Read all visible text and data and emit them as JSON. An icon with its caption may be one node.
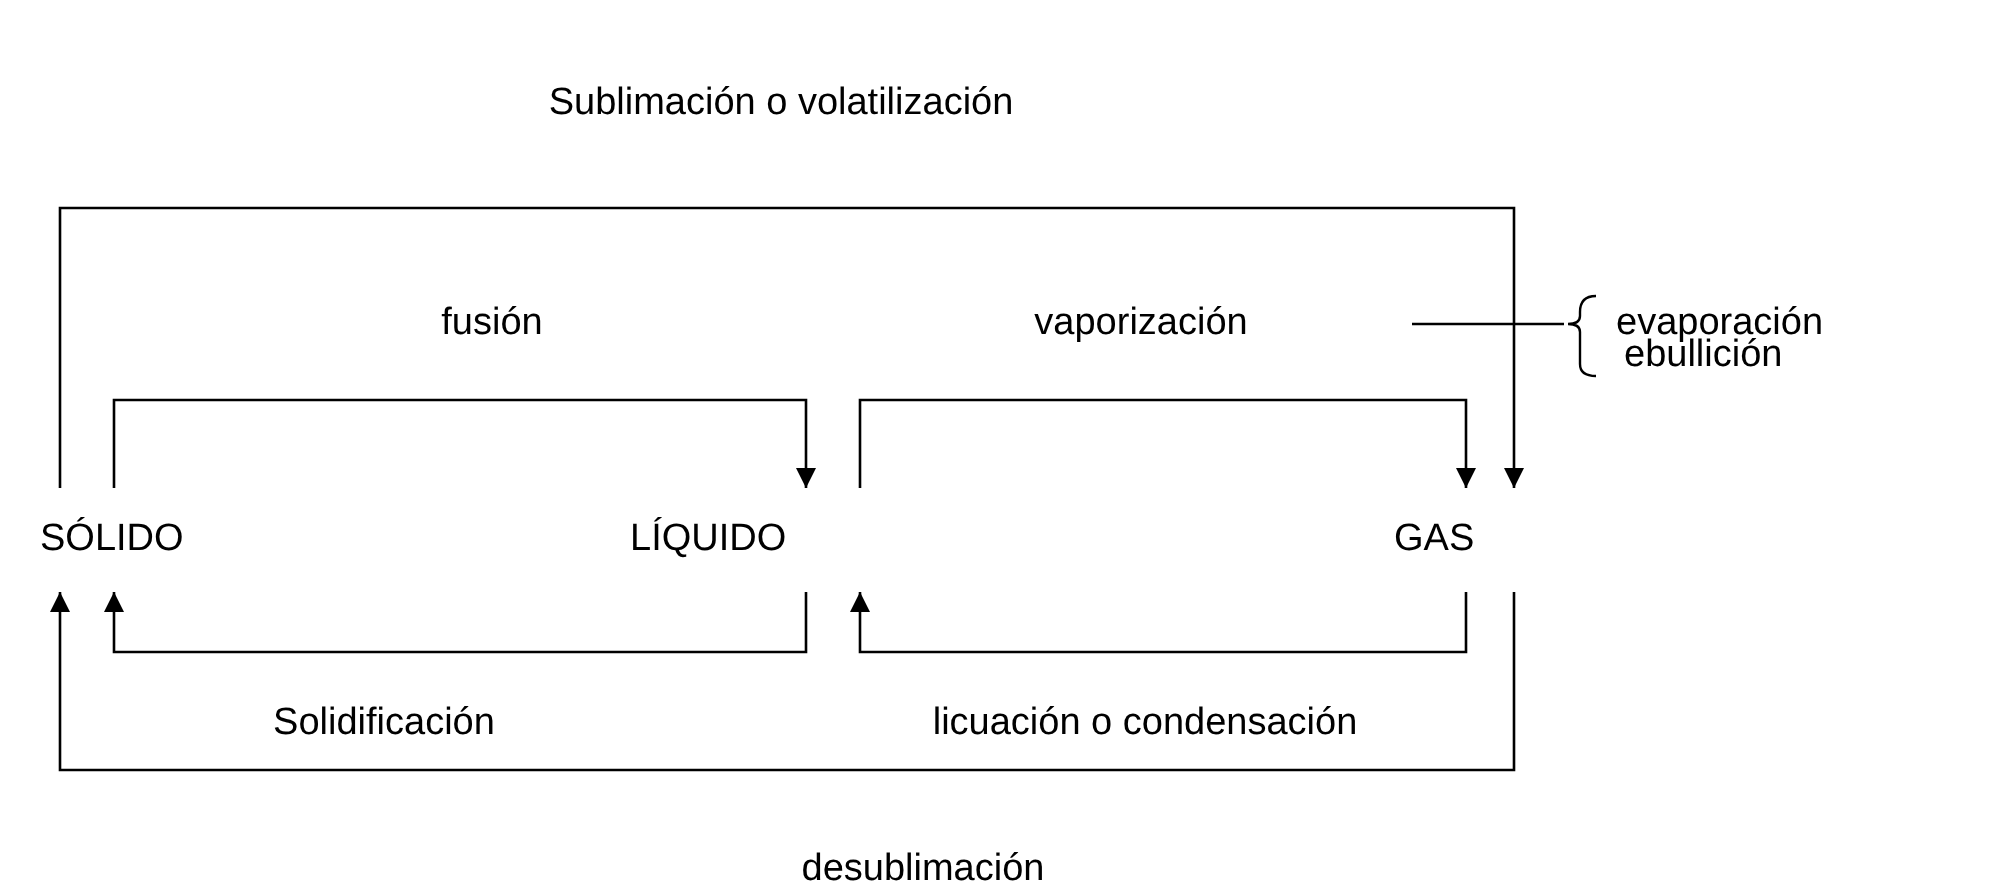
{
  "diagram": {
    "nodes": [
      {
        "text": [
          "SÓLIDO"
        ]
      },
      {
        "text": [
          "LÍQUIDO"
        ]
      },
      {
        "text": [
          "GAS"
        ]
      }
    ],
    "edges": [
      {
        "from": 0,
        "to": 2,
        "arrow": "to",
        "label": "Sublimación o volatilización"
      },
      {
        "from": 0,
        "to": 1,
        "arrow": "to",
        "label": "fusión"
      },
      {
        "from": 1,
        "to": 2,
        "arrow": "to",
        "label": "vaporización"
      },
      {
        "from": 1,
        "to": 0,
        "arrow": "to",
        "label": "Solidificación"
      },
      {
        "from": 2,
        "to": 1,
        "arrow": "to",
        "label": "licuación o condensación"
      },
      {
        "from": 2,
        "to": 0,
        "arrow": "to",
        "label": "desublimación"
      }
    ],
    "labels": [
      "evaporación",
      "ebullición"
    ]
  }
}
